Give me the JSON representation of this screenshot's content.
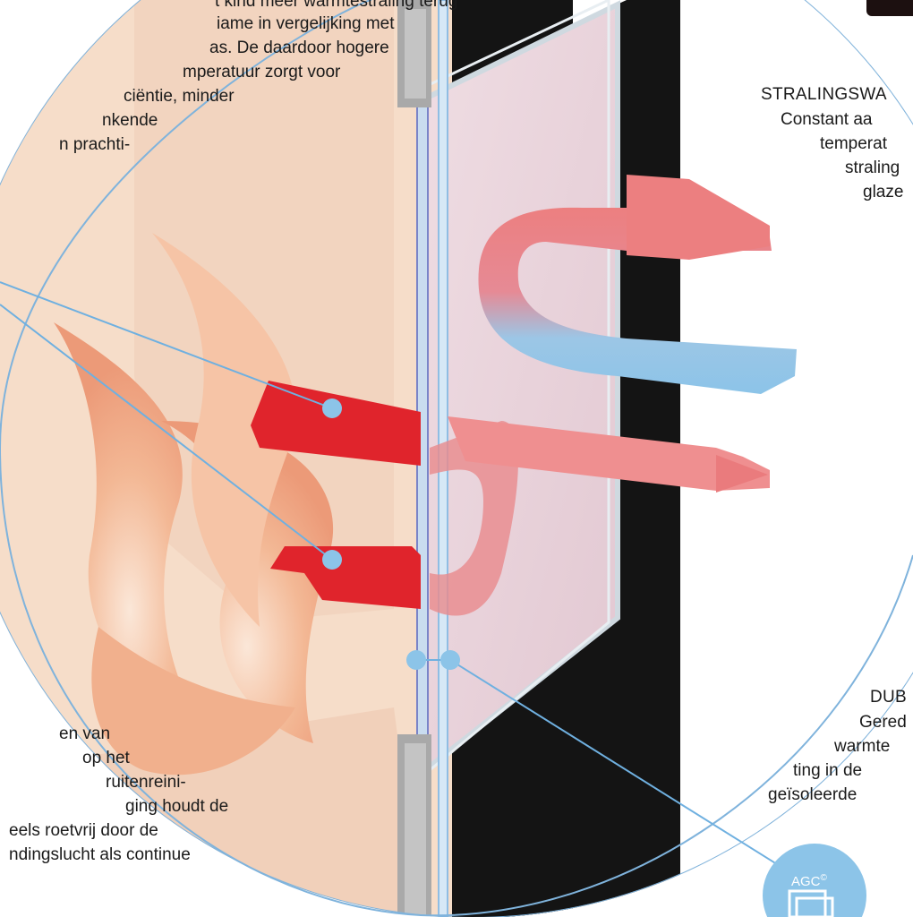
{
  "top_left_text": {
    "lines": [
      "t kind meer warmtestraling terug",
      "iame in vergelijking met",
      "as. De daardoor hogere",
      "mperatuur zorgt voor",
      "ciëntie, minder",
      "nkende",
      "n prachti-"
    ]
  },
  "radiation_section": {
    "heading": "STRALINGSWA",
    "lines": [
      "Constant aa",
      "temperat",
      "straling",
      "glaze"
    ]
  },
  "double_section": {
    "heading": "DUB",
    "lines": [
      "Gered",
      "warmte",
      "ting in de",
      "geïsoleerde"
    ]
  },
  "bottom_left_text": {
    "lines": [
      "en van",
      "op het",
      "ruitenreini-",
      "ging houdt de",
      "eels roetvrij door de",
      "ndingslucht als continue"
    ]
  },
  "logo": {
    "label": "AGC",
    "mark": "©"
  },
  "colors": {
    "circle_outline": "#7fb3dc",
    "leader_line": "#6fb0e0",
    "hot_arrow": "#e8343a",
    "warm_arrow": "#e8777a",
    "cool_arrow": "#8cc4e8",
    "fire_background": "#f6ddc9",
    "frame": "#1a1a1a",
    "glass": "#ead5dd"
  }
}
